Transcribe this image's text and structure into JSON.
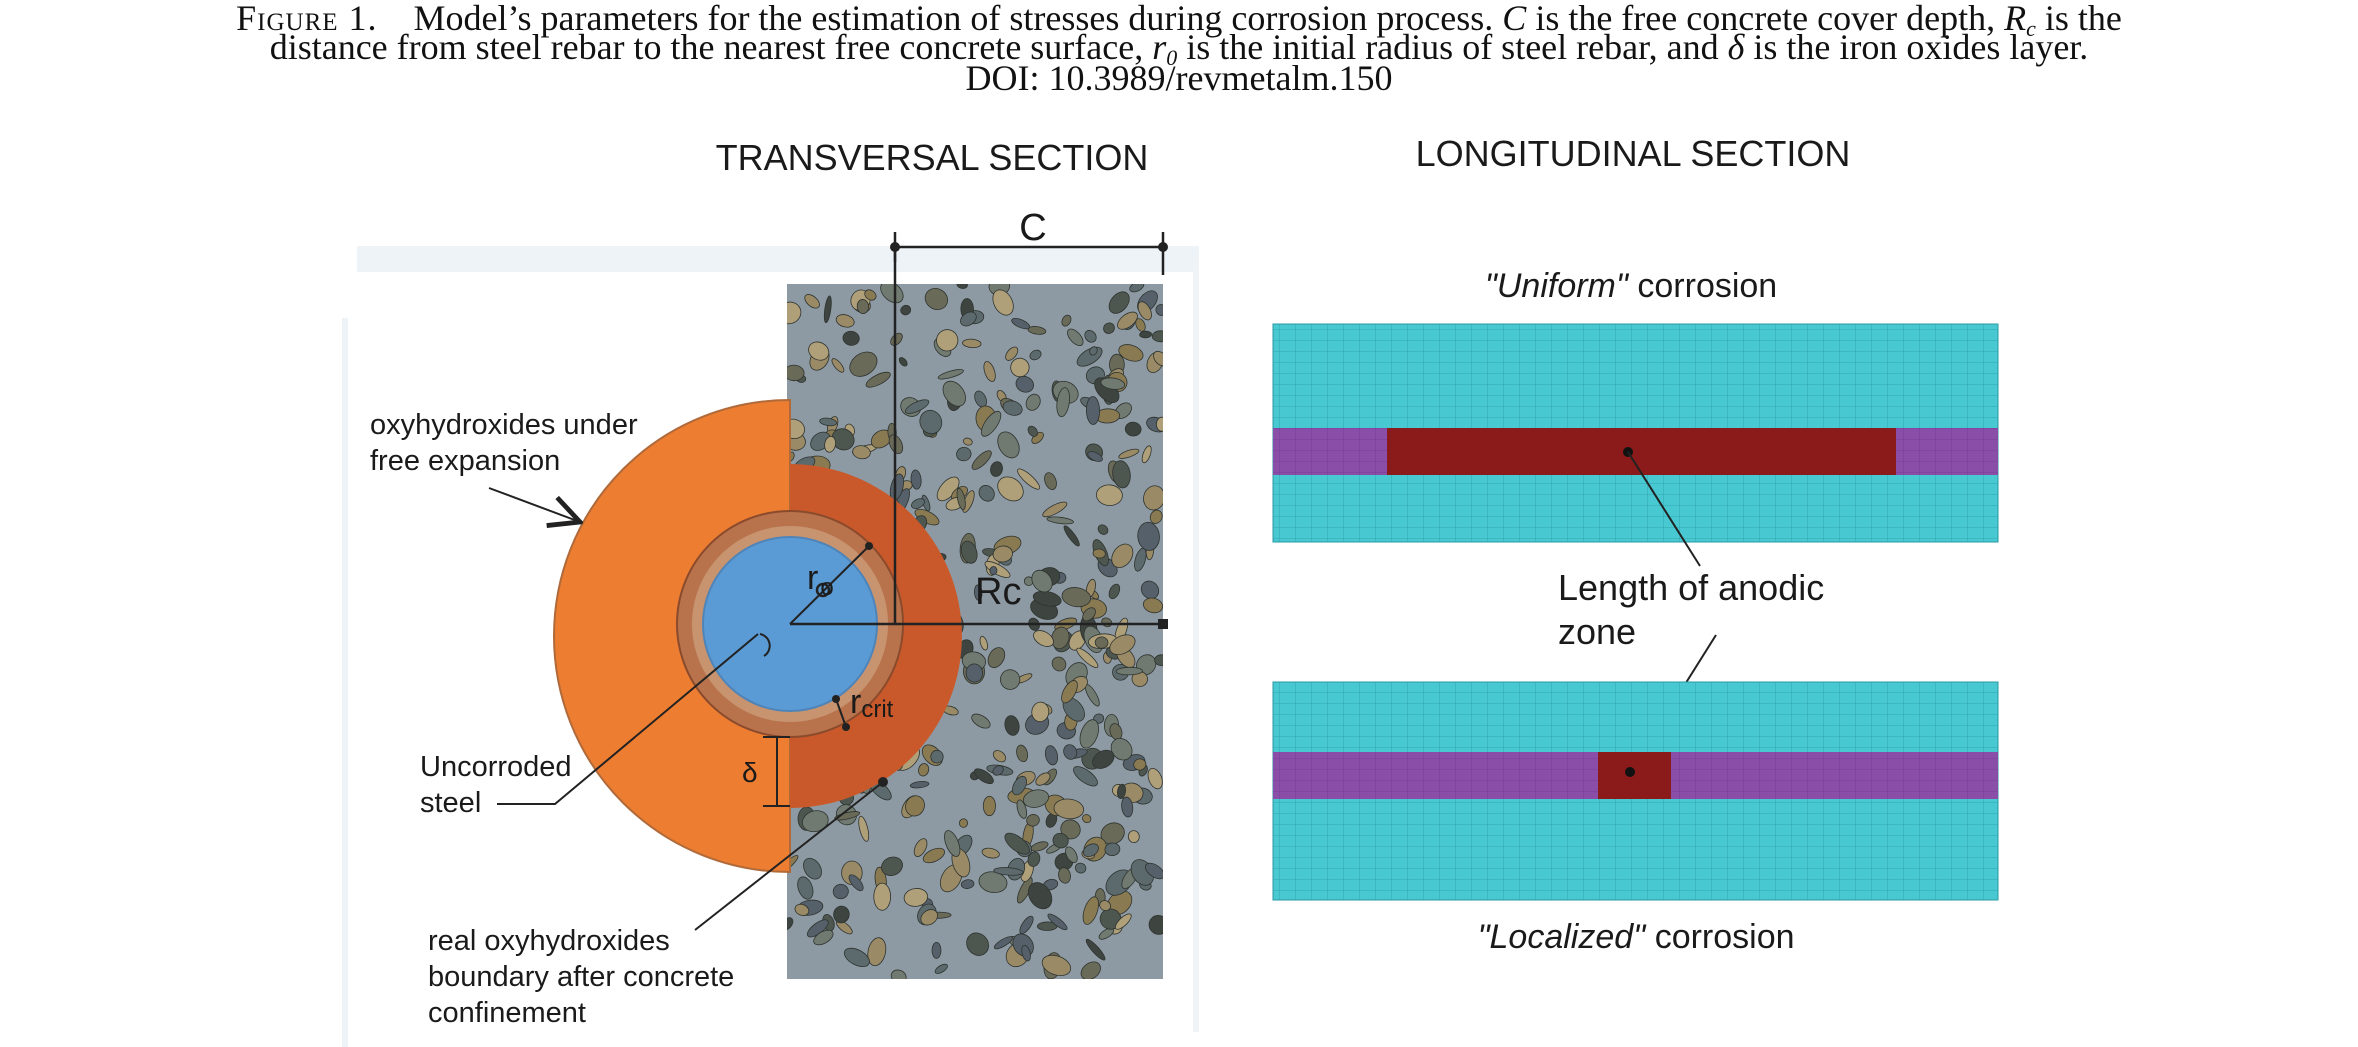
{
  "caption": {
    "figure_label": "Figure 1.",
    "line1_a": "Model’s parameters for the estimation of stresses during corrosion process.",
    "sym_c": "C",
    "line1_b": "is the free concrete cover depth,",
    "sym_r": "R",
    "sym_r_sub": "c",
    "line1_c": "is the",
    "line2_a": "distance from steel rebar to the nearest free concrete surface,",
    "sym_r0": "r",
    "sym_r0_sub": "0",
    "line2_b": "is the initial radius of steel rebar, and",
    "sym_delta": "δ",
    "line2_c": "is the iron oxides layer.",
    "doi_label": "DOI",
    "doi_value": ": 10.3989/revmetalm.150"
  },
  "transversal": {
    "title": "TRANSVERSAL SECTION",
    "label_c": "C",
    "label_rc": "Rc",
    "label_r0_main": "r",
    "label_r0_sub": "o",
    "label_rcrit_main": "r",
    "label_rcrit_sub": "crit",
    "label_delta": "δ",
    "annot_free_line1": "oxyhydroxides under",
    "annot_free_line2": "free expansion",
    "annot_steel_line1": "Uncorroded",
    "annot_steel_line2": "steel",
    "annot_real_line1": "real oxyhydroxides",
    "annot_real_line2": "boundary after concrete",
    "annot_real_line3": "confinement"
  },
  "longitudinal": {
    "title": "LONGITUDINAL SECTION",
    "uniform_quoted": "\"Uniform\"",
    "uniform_rest": " corrosion",
    "anodic_line1": "Length of anodic",
    "anodic_line2": "zone",
    "localized_quoted": "\"Localized\"",
    "localized_rest": " corrosion"
  },
  "colors": {
    "free_expansion_orange": "#ed7d31",
    "confined_orange": "#c9592a",
    "oxide_ring": "#b8734c",
    "steel_blue": "#5b9bd5",
    "concrete_gray": "#8e9aa3",
    "mesh_cyan": "#48c8d0",
    "rebar_purple": "#8a4ea8",
    "anodic_red": "#8b1a1a"
  }
}
